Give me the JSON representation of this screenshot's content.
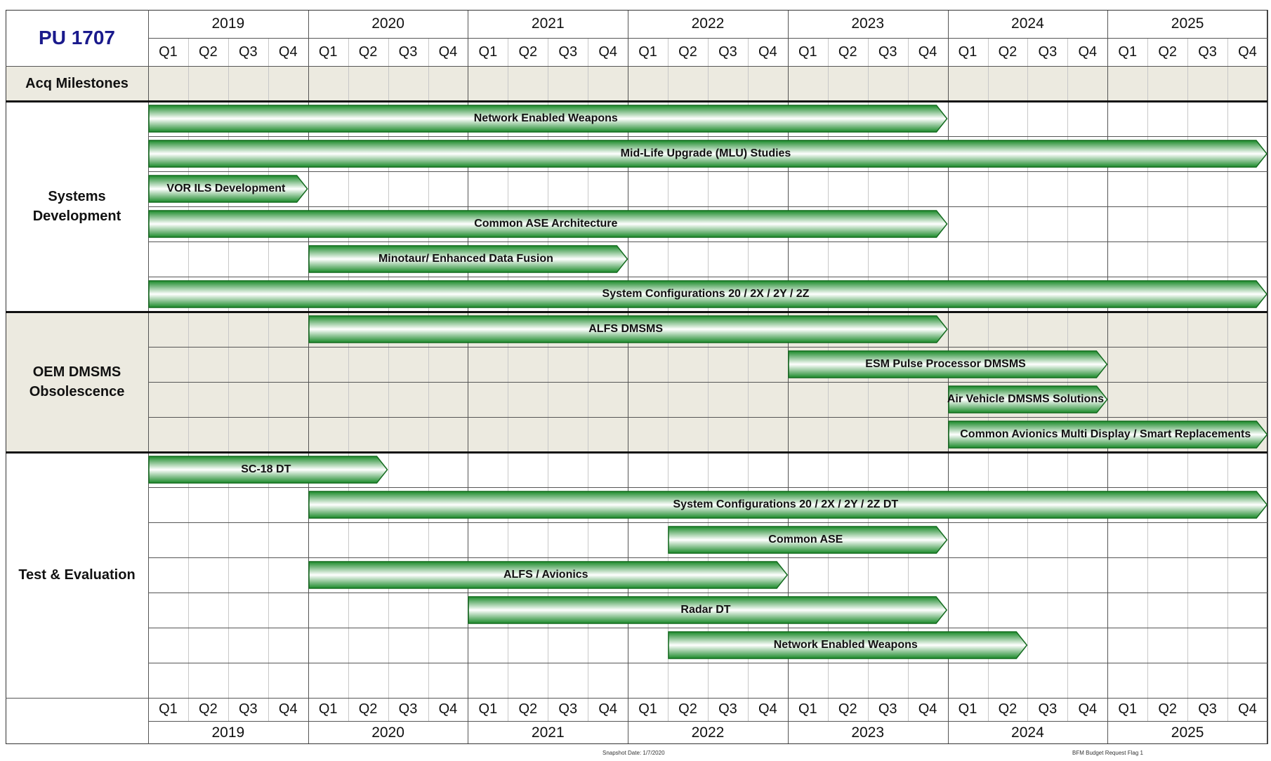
{
  "title": "PU 1707",
  "years": [
    "2019",
    "2020",
    "2021",
    "2022",
    "2023",
    "2024",
    "2025"
  ],
  "quarters": [
    "Q1",
    "Q2",
    "Q3",
    "Q4"
  ],
  "groups": [
    {
      "label": "Acq Milestones",
      "shaded": true,
      "rows": 1,
      "bars": []
    },
    {
      "label": "Systems\nDevelopment",
      "shaded": false,
      "rows": 6,
      "bars": [
        {
          "label": "Network Enabled Weapons",
          "start": "2019 Q1",
          "end": "2023 Q4"
        },
        {
          "label": "Mid-Life Upgrade (MLU) Studies",
          "start": "2019 Q1",
          "end": "2025 Q4"
        },
        {
          "label": "VOR ILS Development",
          "start": "2019 Q1",
          "end": "2019 Q4"
        },
        {
          "label": "Common ASE Architecture",
          "start": "2019 Q1",
          "end": "2023 Q4"
        },
        {
          "label": "Minotaur/ Enhanced Data Fusion",
          "start": "2020 Q1",
          "end": "2021 Q4"
        },
        {
          "label": "System Configurations 20 / 2X / 2Y / 2Z",
          "start": "2019 Q1",
          "end": "2025 Q4"
        }
      ]
    },
    {
      "label": "OEM DMSMS\nObsolescence",
      "shaded": true,
      "rows": 4,
      "bars": [
        {
          "label": "ALFS DMSMS",
          "start": "2020 Q1",
          "end": "2023 Q4"
        },
        {
          "label": "ESM Pulse Processor DMSMS",
          "start": "2023 Q1",
          "end": "2024 Q4"
        },
        {
          "label": "Air Vehicle DMSMS Solutions",
          "start": "2024 Q1",
          "end": "2024 Q4"
        },
        {
          "label": "Common Avionics Multi Display / Smart Replacements",
          "start": "2024 Q1",
          "end": "2025 Q4"
        }
      ]
    },
    {
      "label": "Test & Evaluation",
      "shaded": false,
      "rows": 7,
      "bars": [
        {
          "label": "SC-18 DT",
          "start": "2019 Q1",
          "end": "2020 Q2"
        },
        {
          "label": "System Configurations 20 / 2X / 2Y / 2Z DT",
          "start": "2020 Q1",
          "end": "2025 Q4"
        },
        {
          "label": "Common ASE",
          "start": "2022 Q2",
          "end": "2023 Q4"
        },
        {
          "label": "ALFS / Avionics",
          "start": "2020 Q1",
          "end": "2022 Q4"
        },
        {
          "label": "Radar DT",
          "start": "2021 Q1",
          "end": "2023 Q4"
        },
        {
          "label": "Network Enabled Weapons",
          "start": "2022 Q2",
          "end": "2024 Q2"
        }
      ]
    }
  ],
  "footer": {
    "snapshot": "Snapshot Date: 1/7/2020",
    "flag": "BFM Budget Request Flag 1"
  },
  "colors": {
    "bar_dark": "#1b8a2a",
    "bar_light": "#ffffff",
    "bar_border": "#136b1e",
    "shade": "#eceae0",
    "title": "#1a1a8c"
  }
}
